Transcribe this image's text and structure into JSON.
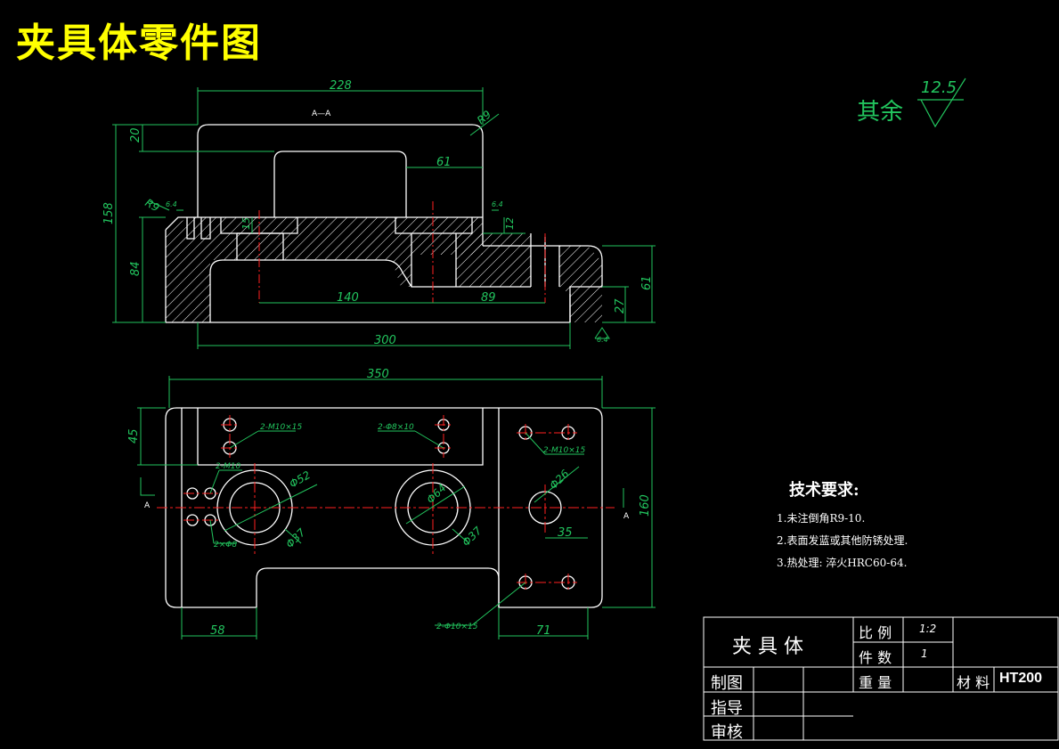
{
  "title": "夹具体零件图",
  "section_label": "A—A",
  "section_marker": "A",
  "roughness": {
    "prefix": "其余",
    "value": "12.5"
  },
  "dimensions": {
    "top_view": [
      "228",
      "20",
      "61",
      "158",
      "84",
      "140",
      "89",
      "300",
      "61",
      "27",
      "15",
      "12"
    ],
    "radius": [
      "R9",
      "R9"
    ],
    "surface": [
      "6.4",
      "6.4",
      "6.4"
    ],
    "plan_view": [
      "350",
      "45",
      "160",
      "58",
      "71",
      "35"
    ],
    "holes": [
      "2-M10×15",
      "2-Φ8×10",
      "2-M10×15",
      "2-M10",
      "2×Φ8",
      "Φ52",
      "Φ37",
      "Φ64",
      "Φ37",
      "Φ26",
      "2-Φ10×15"
    ]
  },
  "tech_requirements": {
    "heading": "技术要求:",
    "items": [
      "1.未注倒角R9-10.",
      "2.表面发蓝或其他防锈处理.",
      "3.热处理: 淬火HRC60-64."
    ]
  },
  "title_block": {
    "part_name": "夹 具 体",
    "scale_label": "比 例",
    "scale_value": "1:2",
    "qty_label": "件 数",
    "qty_value": "1",
    "drawn_label": "制图",
    "guide_label": "指导",
    "review_label": "审核",
    "weight_label": "重 量",
    "material_label": "材 料",
    "material_value": "HT200"
  },
  "colors": {
    "outline": "#ffffff",
    "dimension": "#22c55e",
    "centerline": "#ff2020",
    "title": "#ffff00"
  }
}
